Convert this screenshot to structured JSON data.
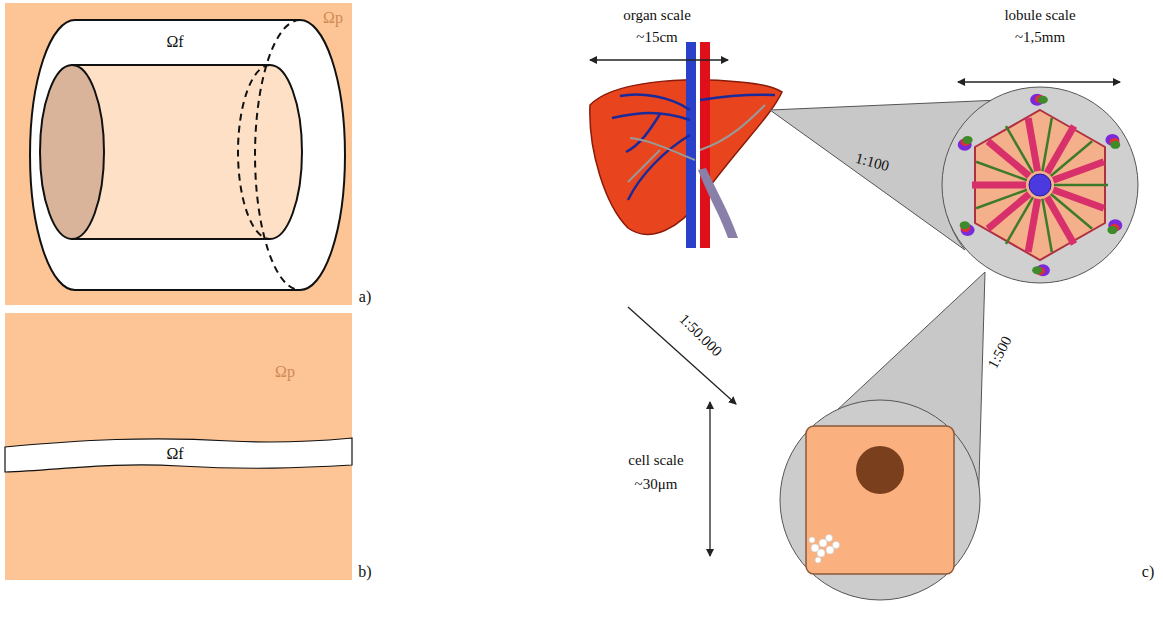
{
  "diagram": {
    "labels": [
      "a)",
      "Ωf",
      "Ωp",
      "b)",
      "Ωf",
      "Ωp",
      "organ scale",
      "~15cm",
      "lobule scale",
      "~1,5mm",
      "1:100",
      "1:500",
      "1:50.000",
      "cell scale",
      "~30μm",
      "c)"
    ]
  }
}
